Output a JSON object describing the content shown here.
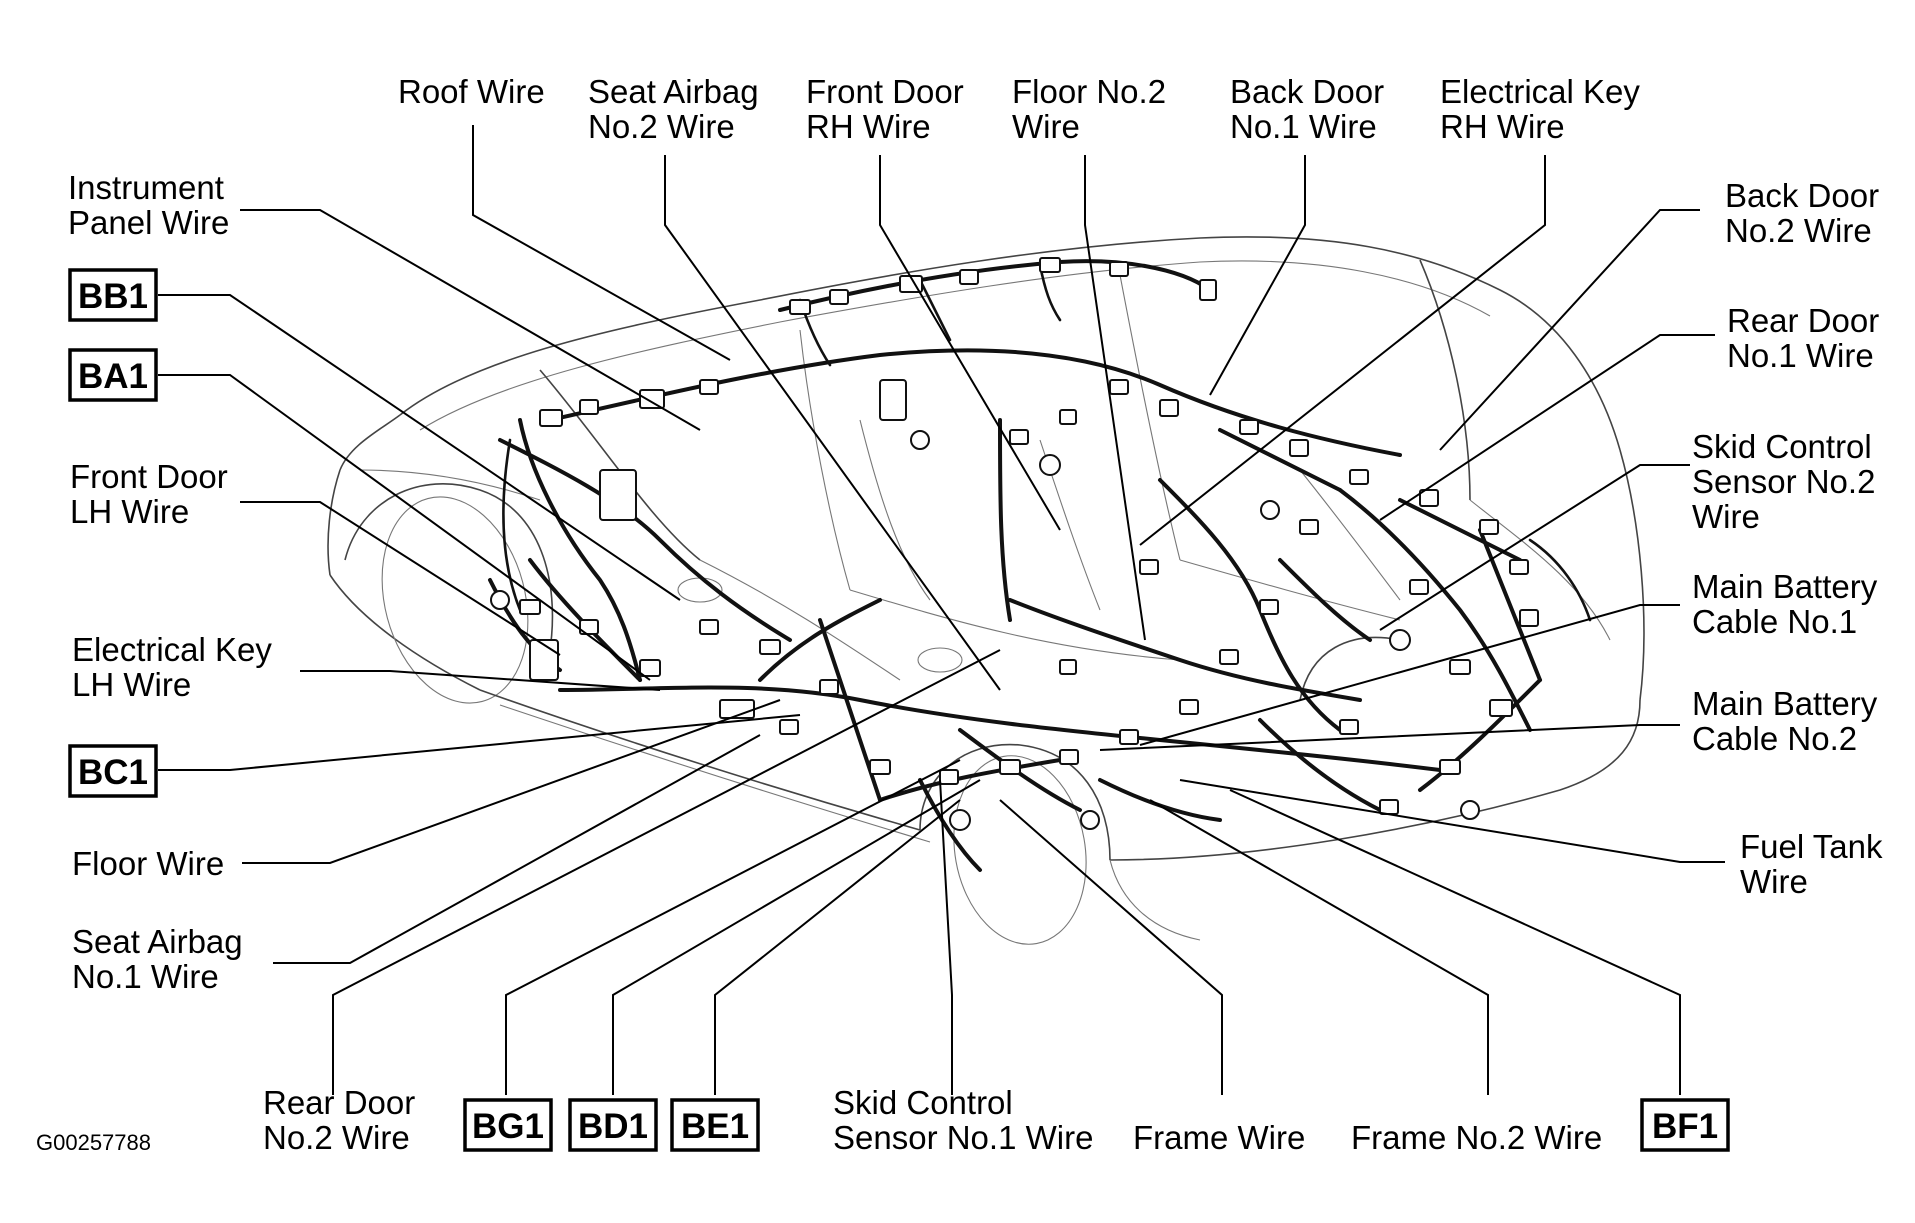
{
  "diagram": {
    "figure_id": "G00257788",
    "labels": {
      "roof_wire": [
        "Roof Wire"
      ],
      "seat_airbag_no2_wire": [
        "Seat Airbag",
        "No.2 Wire"
      ],
      "front_door_rh_wire": [
        "Front Door",
        "RH Wire"
      ],
      "floor_no2_wire": [
        "Floor No.2",
        "Wire"
      ],
      "back_door_no1_wire": [
        "Back Door",
        "No.1 Wire"
      ],
      "electrical_key_rh_wire": [
        "Electrical Key",
        "RH Wire"
      ],
      "instrument_panel_wire": [
        "Instrument",
        "Panel Wire"
      ],
      "front_door_lh_wire": [
        "Front Door",
        "LH Wire"
      ],
      "electrical_key_lh_wire": [
        "Electrical Key",
        "LH Wire"
      ],
      "floor_wire": [
        "Floor Wire"
      ],
      "seat_airbag_no1_wire": [
        "Seat Airbag",
        "No.1 Wire"
      ],
      "back_door_no2_wire": [
        "Back Door",
        "No.2 Wire"
      ],
      "rear_door_no1_wire": [
        "Rear Door",
        "No.1 Wire"
      ],
      "skid_control_sensor_no2_wire": [
        "Skid Control",
        "Sensor No.2",
        "Wire"
      ],
      "main_battery_cable_no1": [
        "Main Battery",
        "Cable No.1"
      ],
      "main_battery_cable_no2": [
        "Main Battery",
        "Cable No.2"
      ],
      "fuel_tank_wire": [
        "Fuel Tank",
        "Wire"
      ],
      "rear_door_no2_wire": [
        "Rear Door",
        "No.2 Wire"
      ],
      "skid_control_sensor_no1_wire": [
        "Skid Control",
        "Sensor No.1 Wire"
      ],
      "frame_wire": [
        "Frame Wire"
      ],
      "frame_no2_wire": [
        "Frame No.2 Wire"
      ]
    },
    "codes": {
      "bb1": "BB1",
      "ba1": "BA1",
      "bc1": "BC1",
      "bg1": "BG1",
      "bd1": "BD1",
      "be1": "BE1",
      "bf1": "BF1"
    }
  }
}
